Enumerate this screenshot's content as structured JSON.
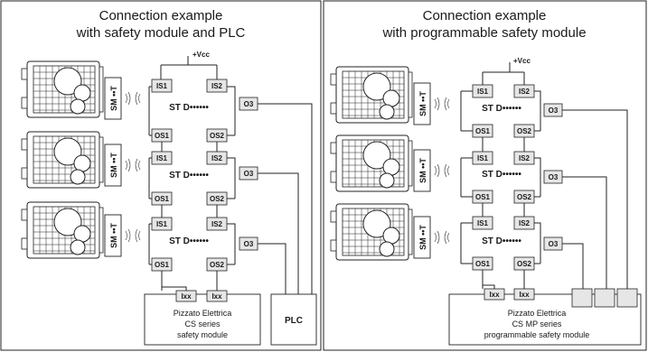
{
  "panels": [
    {
      "title_line1": "Connection example",
      "title_line2": "with safety module and PLC",
      "vcc_label": "+Vcc",
      "units": [
        {
          "sensor": "SM ••T",
          "in1": "IS1",
          "in2": "IS2",
          "device": "ST D••••••",
          "out1": "OS1",
          "out2": "OS2",
          "aux": "O3"
        },
        {
          "sensor": "SM ••T",
          "in1": "IS1",
          "in2": "IS2",
          "device": "ST D••••••",
          "out1": "OS1",
          "out2": "OS2",
          "aux": "O3"
        },
        {
          "sensor": "SM ••T",
          "in1": "IS1",
          "in2": "IS2",
          "device": "ST D••••••",
          "out1": "OS1",
          "out2": "OS2",
          "aux": "O3"
        }
      ],
      "module_inputs": [
        "Ixx",
        "Ixx"
      ],
      "module_line1": "Pizzato Elettrica",
      "module_line2": "CS series",
      "module_line3": "safety module",
      "plc_label": "PLC"
    },
    {
      "title_line1": "Connection example",
      "title_line2": "with programmable safety module",
      "vcc_label": "+Vcc",
      "units": [
        {
          "sensor": "SM ••T",
          "in1": "IS1",
          "in2": "IS2",
          "device": "ST D••••••",
          "out1": "OS1",
          "out2": "OS2",
          "aux": "O3"
        },
        {
          "sensor": "SM ••T",
          "in1": "IS1",
          "in2": "IS2",
          "device": "ST D••••••",
          "out1": "OS1",
          "out2": "OS2",
          "aux": "O3"
        },
        {
          "sensor": "SM ••T",
          "in1": "IS1",
          "in2": "IS2",
          "device": "ST D••••••",
          "out1": "OS1",
          "out2": "OS2",
          "aux": "O3"
        }
      ],
      "module_inputs": [
        "Ixx",
        "Ixx"
      ],
      "module_line1": "Pizzato Elettrica",
      "module_line2": "CS MP series",
      "module_line3": "programmable safety module"
    }
  ]
}
